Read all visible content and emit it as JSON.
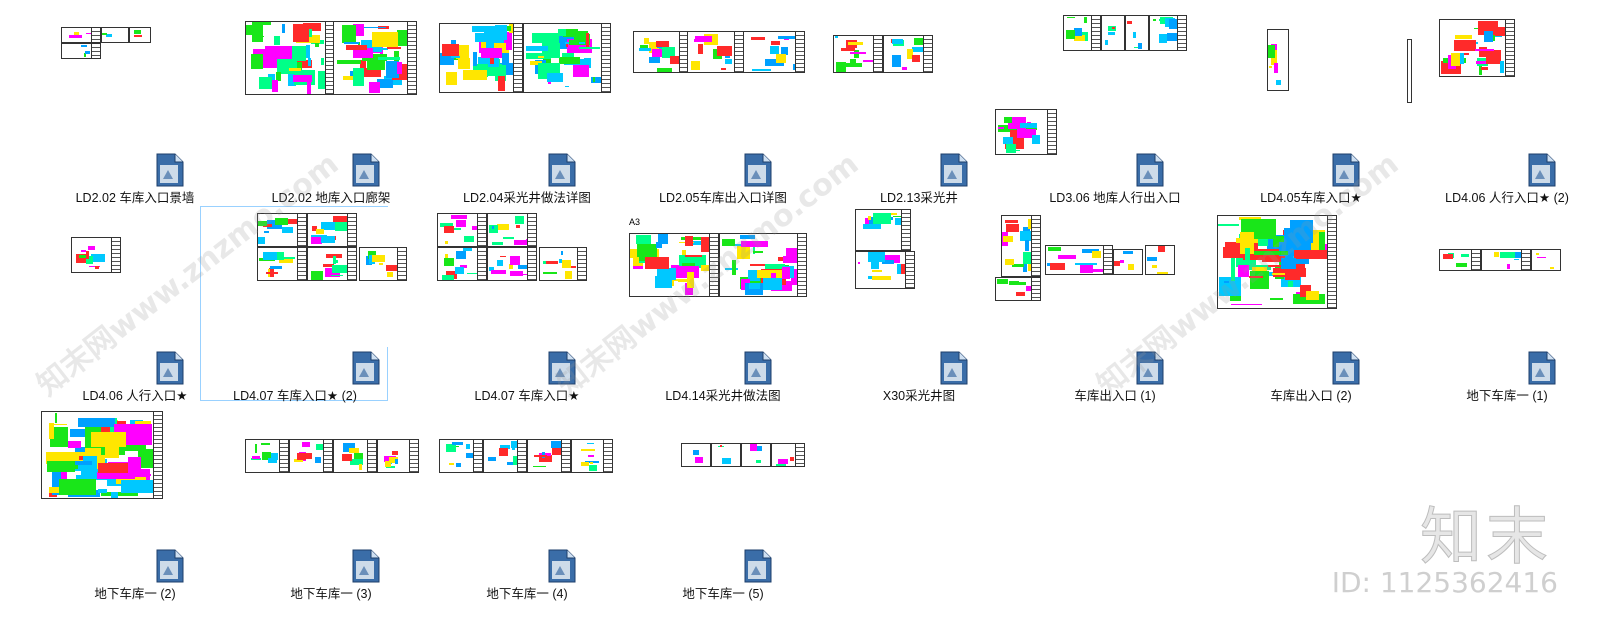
{
  "files": [
    {
      "label": "LD2.02 车库入口景墙",
      "icon": "file-icon",
      "selected": false
    },
    {
      "label": "LD2.02 地库入口廊架",
      "icon": "file-icon",
      "selected": false
    },
    {
      "label": "LD2.04采光井做法详图",
      "icon": "file-icon",
      "selected": false
    },
    {
      "label": "LD2.05车库出入口详图",
      "icon": "file-icon",
      "selected": false
    },
    {
      "label": "LD2.13采光井",
      "icon": "file-icon",
      "selected": false
    },
    {
      "label": "LD3.06 地库人行出入口",
      "icon": "file-icon",
      "selected": false
    },
    {
      "label": "LD4.05车库入口★",
      "icon": "file-icon",
      "selected": false
    },
    {
      "label": "LD4.06 人行入口★ (2)",
      "icon": "file-icon",
      "selected": false
    },
    {
      "label": "LD4.06 人行入口★",
      "icon": "file-icon",
      "selected": false
    },
    {
      "label": "LD4.07 车库入口★ (2)",
      "icon": "file-icon",
      "selected": true
    },
    {
      "label": "LD4.07 车库入口★",
      "icon": "file-icon",
      "selected": false
    },
    {
      "label": "LD4.14采光井做法图",
      "icon": "file-icon",
      "selected": false
    },
    {
      "label": "X30采光井图",
      "icon": "file-icon",
      "selected": false
    },
    {
      "label": "车库出入口 (1)",
      "icon": "file-icon",
      "selected": false
    },
    {
      "label": "车库出入口 (2)",
      "icon": "file-icon",
      "selected": false
    },
    {
      "label": "地下车库一 (1)",
      "icon": "file-icon",
      "selected": false
    },
    {
      "label": "地下车库一 (2)",
      "icon": "file-icon",
      "selected": false
    },
    {
      "label": "地下车库一 (3)",
      "icon": "file-icon",
      "selected": false
    },
    {
      "label": "地下车库一 (4)",
      "icon": "file-icon",
      "selected": false
    },
    {
      "label": "地下车库一 (5)",
      "icon": "file-icon",
      "selected": false
    }
  ],
  "thumb_texts": {
    "a3_tag": "A3"
  },
  "watermark": {
    "text": "知末网www.znzmo.com"
  },
  "brand": {
    "logo": "知末",
    "id": "ID: 1125362416"
  },
  "colors": {
    "selection_border": "#99d1ff",
    "icon_blue": "#3a6da8",
    "label_text": "#111111"
  }
}
